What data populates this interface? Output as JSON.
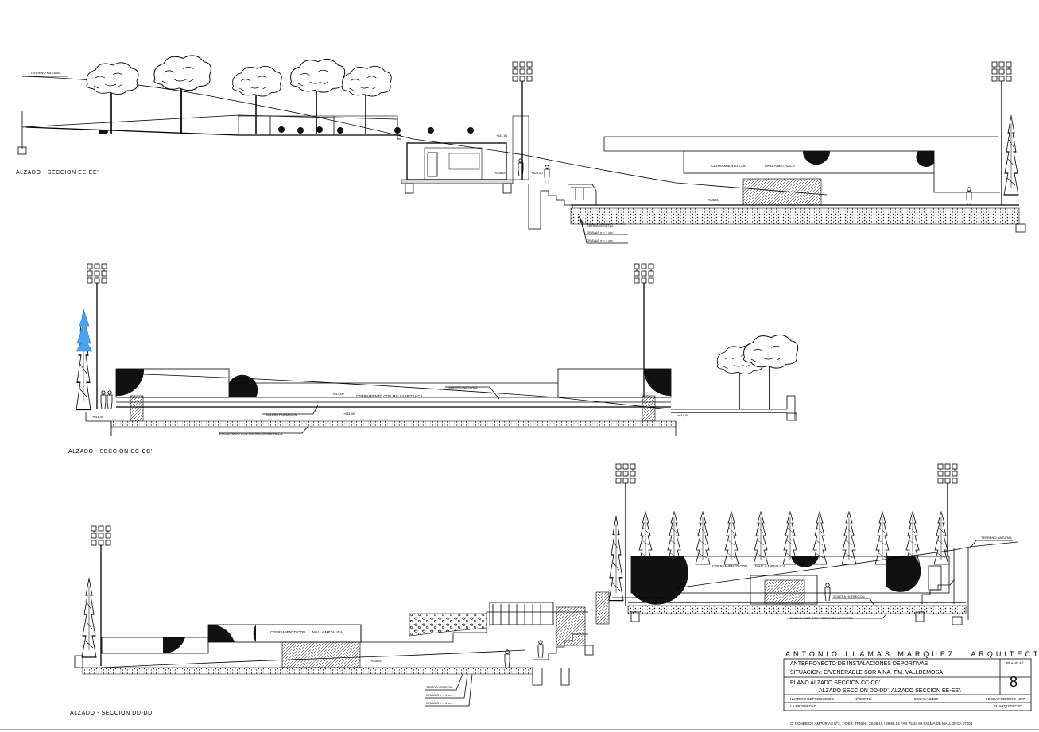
{
  "drawing": {
    "sections": {
      "ee": {
        "title": "ALZADO  -  SECCION  EE-EE'",
        "labels": {
          "terreno": "TERRENO NATURAL",
          "cerramiento": "CERRAMIENTO CON",
          "malla": "MALLA METALICA",
          "tierra": "TIERRA VEGETAL",
          "gravas1": "GRAVAS e = 1 cm.",
          "gravas4": "GRAVAS e = 4 cm.",
          "lev1": "+611,00",
          "lev2": "+608,00",
          "lev3": "+609,00",
          "lev4": "+608,00"
        }
      },
      "cc": {
        "title": "ALZADO  -  SECCION  CC-CC'",
        "labels": {
          "terreno": "TERRENO NATURAL",
          "cerramiento": "CERRAMIENTO CON MALLA METALICA",
          "solera": "SOLERA HORMIGON",
          "encachado": "ENCACHADO CON PIEDRA DE MACHACA",
          "lev1": "+613,00",
          "lev2": "+611,00",
          "lev3": "+611,00",
          "lev4": "+611,00"
        }
      },
      "dd": {
        "title": "ALZADO  -  SECCION  DD-DD'",
        "labels": {
          "terreno": "TERRENO NATURAL",
          "cerramiento1": "CERRAMIENTO CON",
          "malla1": "MALLA METALICA",
          "cerramiento2": "CERRAMIENTO CON",
          "malla2": "MALLA METALICA",
          "solera": "SOLERA HORMIGON",
          "encachado": "ENCACHADO CON PIEDRA DE MACHACA",
          "tierra": "TIERRA VEGETAL",
          "gravas1": "GRAVAS e = 1 cm.",
          "gravas4": "GRAVAS e = 4 cm.",
          "lev1": "+611,00",
          "lev2": "+609,00"
        }
      }
    },
    "title_block": {
      "architect": "ANTONIO LLAMAS MARQUEZ . ARQUITECTO",
      "project": "ANTEPROYECTO DE INSTALACIONES DEPORTIVAS.",
      "situation": "SITUACION: C/VENERABLE SOR AINA. T.M. VALLDEMOSA",
      "plano_line1": "PLANO    ALZADO SECCION CC-CC'",
      "plano_line2": "ALZADO SECCION DD-DD'. ALZADO SECCION EE-EE'.",
      "plano_n_label": "PLANO Nº",
      "plano_n": "8",
      "numero": "NUMERO  REPRODUCIDO",
      "expte": "Nº EXPTE.",
      "escala": "ESCALA  1/100",
      "fecha": "FECHA FEBRERO 1997",
      "propiedad": "LA PROPIEDAD",
      "arquitecto": "EL ARQUITECTO",
      "address": "C/ CONDE DE AMPURIAS Nº2, 1ºDER.  TFNOS. 29.68.15 / 29.66.54  FAX 75.34.89   PALMA DE MALLORCA  07004"
    }
  }
}
